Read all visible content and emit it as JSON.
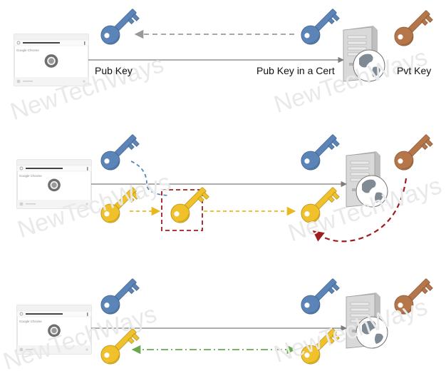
{
  "watermark": "NewTechWays",
  "colors": {
    "pub_key": "#5b84b8",
    "pvt_key": "#b5764a",
    "sym_key": "#f0c12a",
    "browser_frame": "#cfcfcf",
    "server_body": "#d9d9d9",
    "globe": "#7f8a94",
    "arrow_gray": "#7c7c7c",
    "arrow_dash_gray": "#9a9a9a",
    "arrow_blue": "#5b84b8",
    "arrow_yellow": "#e8b820",
    "arrow_red": "#a01d1d",
    "arrow_green": "#6aa84f"
  },
  "browser": {
    "brand": "Google Chrome"
  },
  "panels": [
    {
      "id": "step-1",
      "labels": {
        "client_key": "Pub Key",
        "server_cert": "Pub Key in a Cert",
        "server_private": "Pvt Key"
      }
    },
    {
      "id": "step-2"
    },
    {
      "id": "step-3"
    }
  ]
}
